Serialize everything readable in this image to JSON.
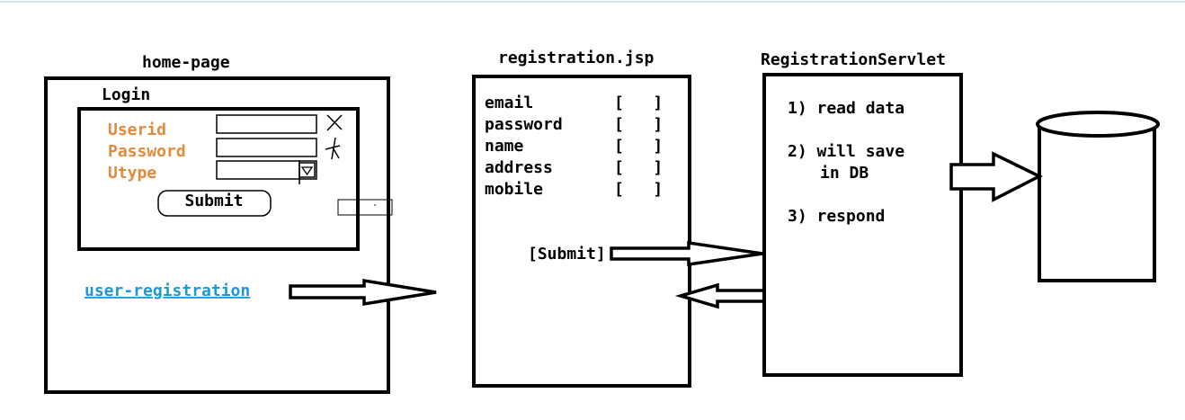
{
  "colors": {
    "accent_orange": "#e08a3c",
    "link_blue": "#1f97d4",
    "stroke": "#000000",
    "background": "#ffffff"
  },
  "home_page": {
    "title": "home-page",
    "login_label": "Login",
    "fields": [
      {
        "label": "Userid"
      },
      {
        "label": "Password"
      },
      {
        "label": "Utype"
      }
    ],
    "submit_label": "Submit",
    "registration_link": "user-registration"
  },
  "registration_jsp": {
    "title": "registration.jsp",
    "fields": [
      {
        "label": "email",
        "bracket": "[   ]"
      },
      {
        "label": "password",
        "bracket": "[   ]"
      },
      {
        "label": "name",
        "bracket": "[   ]"
      },
      {
        "label": "address",
        "bracket": "[   ]"
      },
      {
        "label": "mobile",
        "bracket": "[   ]"
      }
    ],
    "submit_label": "[Submit]"
  },
  "registration_servlet": {
    "title": "RegistrationServlet",
    "steps": {
      "s1": "1) read data",
      "s2a": "2) will save",
      "s2b": "in DB",
      "s3": "3) respond"
    }
  },
  "database": {
    "icon": "database-cylinder-icon"
  }
}
